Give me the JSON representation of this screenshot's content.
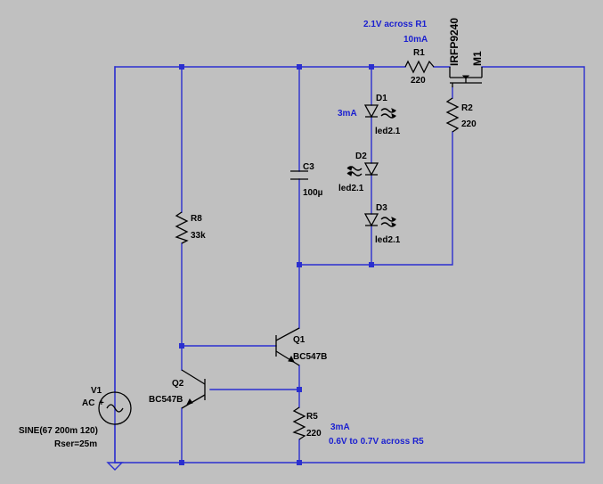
{
  "annotations": {
    "r1_voltage": "2.1V across R1",
    "r1_current": "10mA",
    "led_current": "3mA",
    "r5_current": "3mA",
    "r5_voltage": "0.6V to 0.7V across R5"
  },
  "components": {
    "r1": {
      "name": "R1",
      "value": "220"
    },
    "r2": {
      "name": "R2",
      "value": "220"
    },
    "r5": {
      "name": "R5",
      "value": "220"
    },
    "r8": {
      "name": "R8",
      "value": "33k"
    },
    "c3": {
      "name": "C3",
      "value": "100µ"
    },
    "d1": {
      "name": "D1",
      "value": "led2.1"
    },
    "d2": {
      "name": "D2",
      "value": "led2.1"
    },
    "d3": {
      "name": "D3",
      "value": "led2.1"
    },
    "q1": {
      "name": "Q1",
      "value": "BC547B"
    },
    "q2": {
      "name": "Q2",
      "value": "BC547B"
    },
    "m1": {
      "name": "M1",
      "value": "IRFP9240"
    },
    "v1": {
      "name": "V1",
      "value": "AC",
      "source": "SINE(67 200m 120)",
      "rser": "Rser=25m",
      "plus": "+"
    }
  },
  "colors": {
    "wire": "#2b2fcf",
    "background": "#c0c0c0",
    "component": "#000000",
    "annotation": "#1a1fd0"
  }
}
